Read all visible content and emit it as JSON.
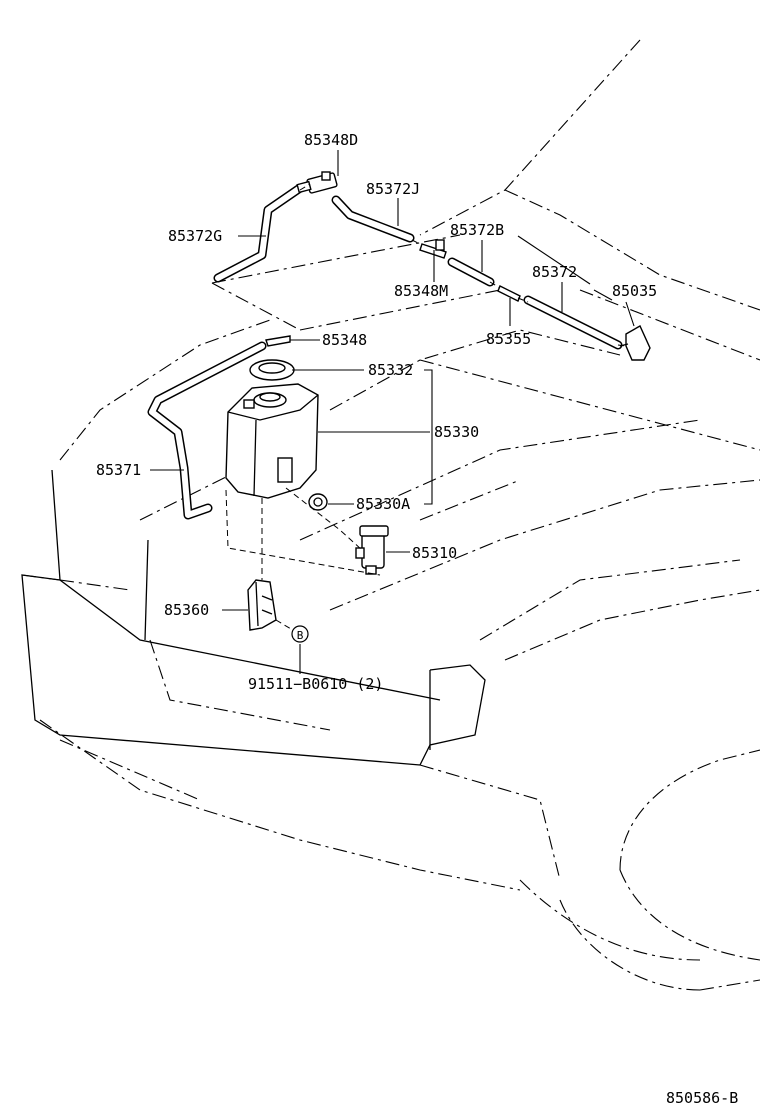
{
  "diagram_id": "850586-B",
  "labels": {
    "p85348D": "85348D",
    "p85372J": "85372J",
    "p85372G": "85372G",
    "p85372B": "85372B",
    "p85348M": "85348M",
    "p85372": "85372",
    "p85035": "85035",
    "p85355": "85355",
    "p85348": "85348",
    "p85332": "85332",
    "p85330": "85330",
    "p85371": "85371",
    "p85330A": "85330A",
    "p85310": "85310",
    "p85360": "85360",
    "bolt_marker": "B",
    "bolt": "91511−B0610 (2)"
  }
}
